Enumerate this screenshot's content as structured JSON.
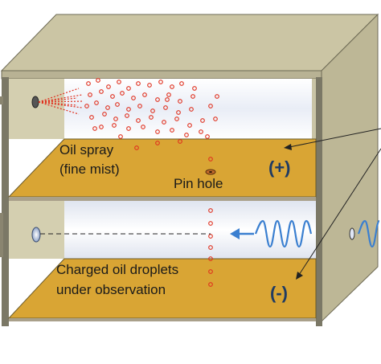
{
  "labels": {
    "oil_spray": "Oil spray",
    "fine_mist": "(fine mist)",
    "pin_hole": "Pin hole",
    "charged_line1": "Charged oil droplets",
    "charged_line2": "under observation",
    "plus_sign": "(+)",
    "minus_sign": "(-)"
  },
  "colors": {
    "case_face": "#d7d1b0",
    "case_side": "#bdb796",
    "case_top": "#cbc5a4",
    "plate": "#d9a534",
    "plate_edge": "#7a6a3a",
    "chamber": "#eef1f8",
    "droplet": "#e0301e",
    "light_wave": "#3a7fd0",
    "sign": "#1f3b63"
  },
  "icons": {
    "nozzle": "atomizer-nozzle-icon",
    "microscope_port": "viewport-icon",
    "light_source": "light-wave-icon"
  }
}
